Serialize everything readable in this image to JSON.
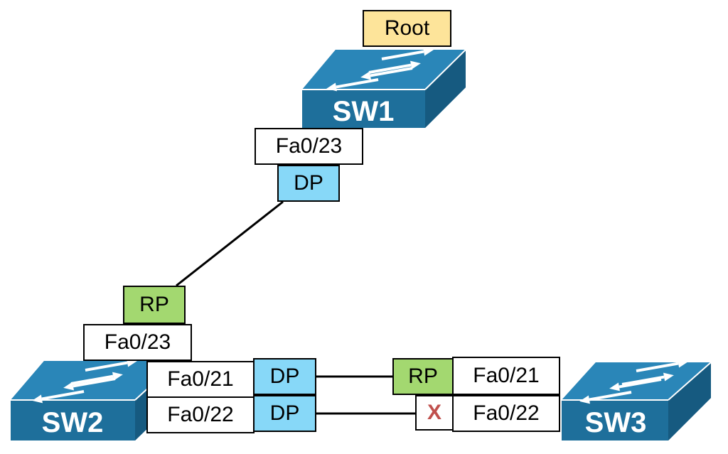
{
  "root_label": "Root",
  "colors": {
    "switch_top": "#2379a9",
    "switch_front": "#1e6f9b",
    "switch_side": "#165a80",
    "root_fill": "#fde49a",
    "designated_port_fill": "#87d8f8",
    "root_port_fill": "#a3d870",
    "blocked_text": "#c0504d",
    "link": "#000000"
  },
  "switches": {
    "sw1": {
      "name": "SW1"
    },
    "sw2": {
      "name": "SW2"
    },
    "sw3": {
      "name": "SW3"
    }
  },
  "ports": {
    "sw1_fa023": {
      "interface": "Fa0/23",
      "role": "DP"
    },
    "sw2_fa023": {
      "interface": "Fa0/23",
      "role": "RP"
    },
    "sw2_fa021": {
      "interface": "Fa0/21",
      "role": "DP"
    },
    "sw2_fa022": {
      "interface": "Fa0/22",
      "role": "DP"
    },
    "sw3_fa021": {
      "interface": "Fa0/21",
      "role": "RP"
    },
    "sw3_fa022": {
      "interface": "Fa0/22",
      "role": "X"
    }
  },
  "icon_names": [
    "switch-icon",
    "bidirectional-arrows-icon"
  ]
}
